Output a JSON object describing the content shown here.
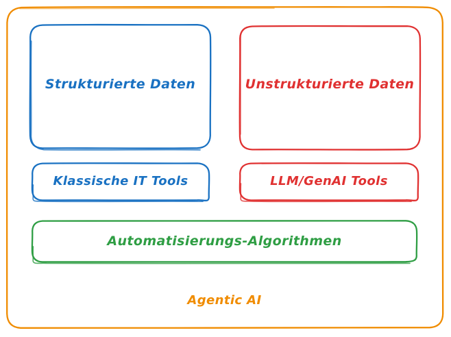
{
  "diagram": {
    "title_text": "Agentic AI",
    "background_color": "#ffffff",
    "colors": {
      "blue": "#1971c2",
      "red": "#e03131",
      "green": "#2f9e44",
      "orange": "#f08c00"
    },
    "outer_frame": {
      "name": "agentic-ai-frame",
      "color": "#f08c00",
      "label": "Agentic AI"
    },
    "boxes": [
      {
        "id": "structured-data",
        "label": "Strukturierte Daten",
        "color": "#1971c2",
        "column": "left",
        "row": "data"
      },
      {
        "id": "unstructured-data",
        "label": "Unstrukturierte Daten",
        "color": "#e03131",
        "column": "right",
        "row": "data"
      },
      {
        "id": "classic-it-tools",
        "label": "Klassische IT Tools",
        "color": "#1971c2",
        "column": "left",
        "row": "tools"
      },
      {
        "id": "llm-genai-tools",
        "label": "LLM/GenAI Tools",
        "color": "#e03131",
        "column": "right",
        "row": "tools"
      },
      {
        "id": "automation-algorithms",
        "label": "Automatisierungs-Algorithmen",
        "color": "#2f9e44",
        "column": "full",
        "row": "algorithms"
      }
    ]
  }
}
